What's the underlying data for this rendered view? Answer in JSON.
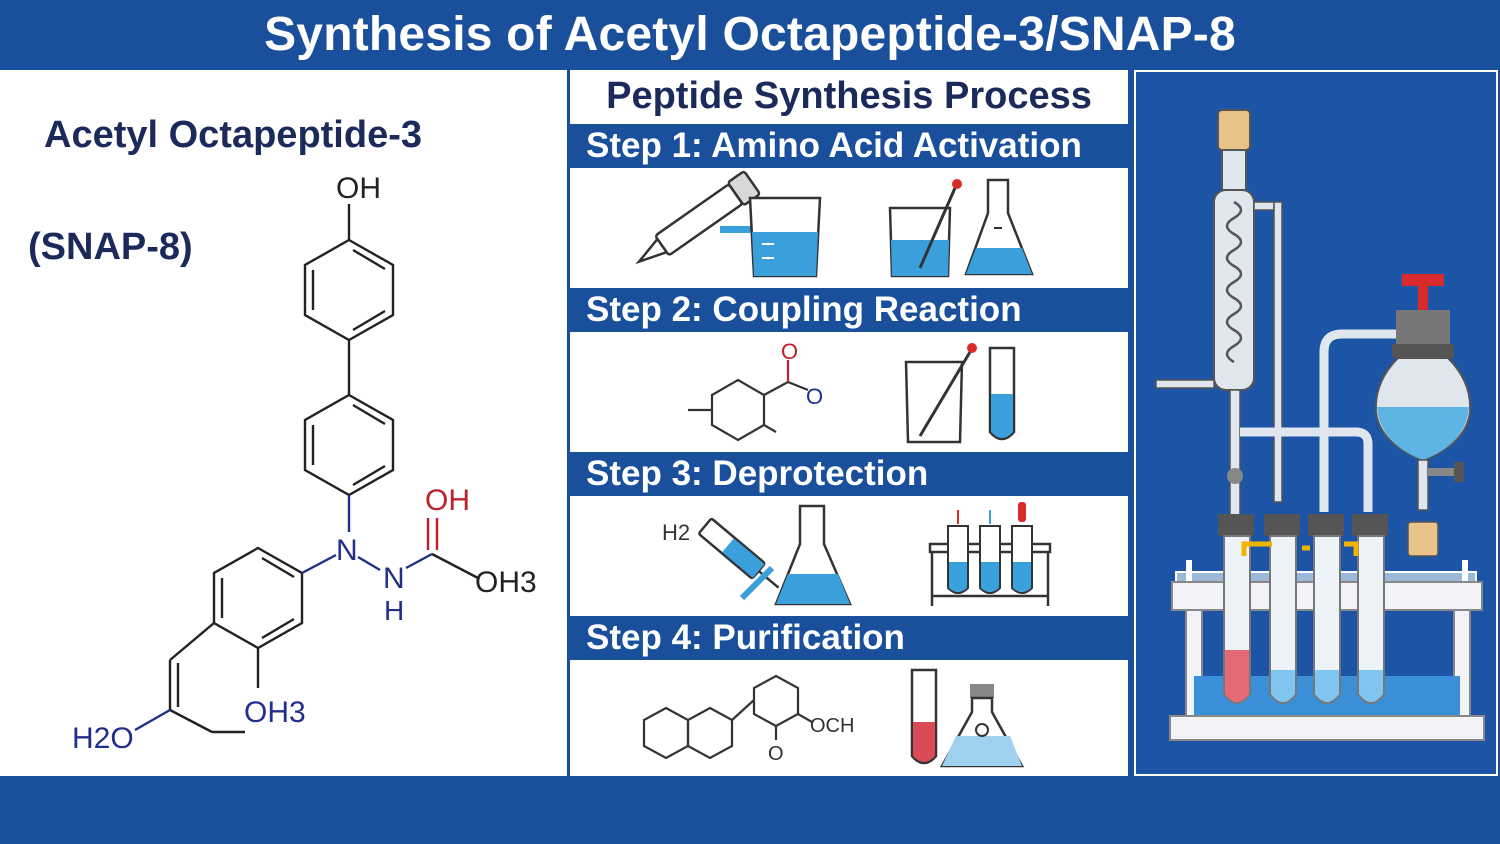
{
  "title": "Synthesis of Acetyl Octapeptide-3/SNAP-8",
  "left": {
    "name": "Acetyl Octapeptide-3",
    "alias": "(SNAP-8)",
    "labels": {
      "oh_top": "OH",
      "n1": "N",
      "n2": "N",
      "h": "H",
      "oh_red": "OH",
      "oh3": "OH3",
      "h2o": "H2O",
      "oh3_low": "OH3"
    }
  },
  "process": {
    "title": "Peptide Synthesis Process",
    "steps": [
      {
        "label": "Step 1: Amino Acid Activation"
      },
      {
        "label": "Step 2: Coupling Reaction",
        "o_top": "O",
        "o_side": "O"
      },
      {
        "label": "Step 3: Deprotection",
        "h2": "H2"
      },
      {
        "label": "Step 4: Purification",
        "och": "OCH",
        "o": "O"
      }
    ]
  },
  "colors": {
    "brand_blue": "#1a4f9c",
    "liquid_blue": "#3aa0dc",
    "navy_text": "#1b2a5a",
    "accent_red": "#d92b2b"
  },
  "icons": [
    "pipette-icon",
    "beaker-icon",
    "flask-icon",
    "test-tube-icon",
    "test-tube-rack-icon",
    "condenser-icon",
    "separatory-funnel-icon"
  ]
}
